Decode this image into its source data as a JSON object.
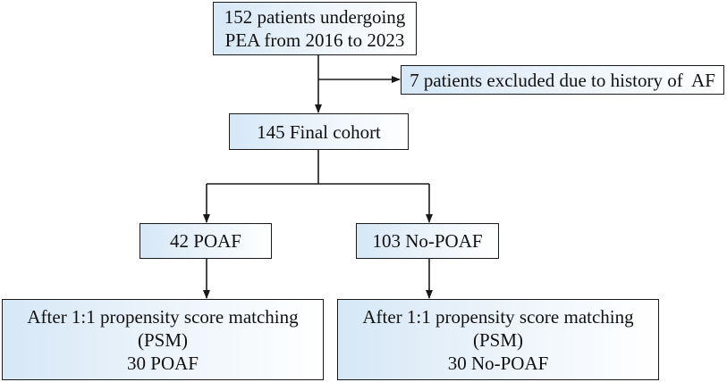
{
  "flowchart": {
    "start": {
      "lines": [
        "152 patients undergoing",
        "PEA from 2016 to 2023"
      ]
    },
    "excluded": {
      "lines": [
        "7 patients excluded due to history of  AF"
      ]
    },
    "final_cohort": {
      "lines": [
        "145 Final cohort"
      ]
    },
    "poaf": {
      "lines": [
        "42 POAF"
      ]
    },
    "no_poaf": {
      "lines": [
        "103 No-POAF"
      ]
    },
    "psm_poaf": {
      "lines": [
        "After 1:1 propensity score matching",
        "(PSM)",
        "30 POAF"
      ]
    },
    "psm_no_poaf": {
      "lines": [
        "After 1:1 propensity score matching",
        "(PSM)",
        "30 No-POAF"
      ]
    }
  },
  "colors": {
    "box_fill_start": "#d6e7f6",
    "border": "#1a1a1a",
    "arrow": "#1a1a1a"
  }
}
